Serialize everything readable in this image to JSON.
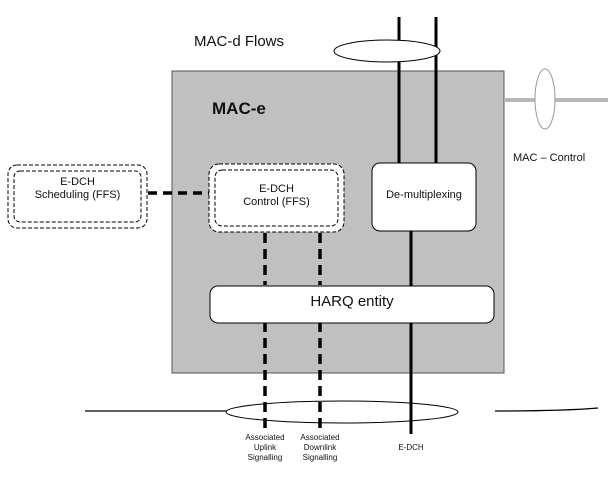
{
  "diagram": {
    "mac_d_flows": "MAC-d Flows",
    "mac_e": "MAC-e",
    "mac_control": "MAC – Control",
    "scheduling": {
      "line1": "E-DCH",
      "line2": "Scheduling (FFS)"
    },
    "control": {
      "line1": "E-DCH",
      "line2": "Control (FFS)"
    },
    "demux": "De-multiplexing",
    "harq": "HARQ entity",
    "uplink": {
      "line1": "Associated",
      "line2": "Uplink",
      "line3": "Signalling"
    },
    "downlink": {
      "line1": "Associated",
      "line2": "Downlink",
      "line3": "Signalling"
    },
    "edch": "E-DCH"
  },
  "colors": {
    "mac_e_fill": "#c0c0c0",
    "line": "#000000",
    "gray_line": "#b8b8b8",
    "box_fill": "#ffffff"
  }
}
